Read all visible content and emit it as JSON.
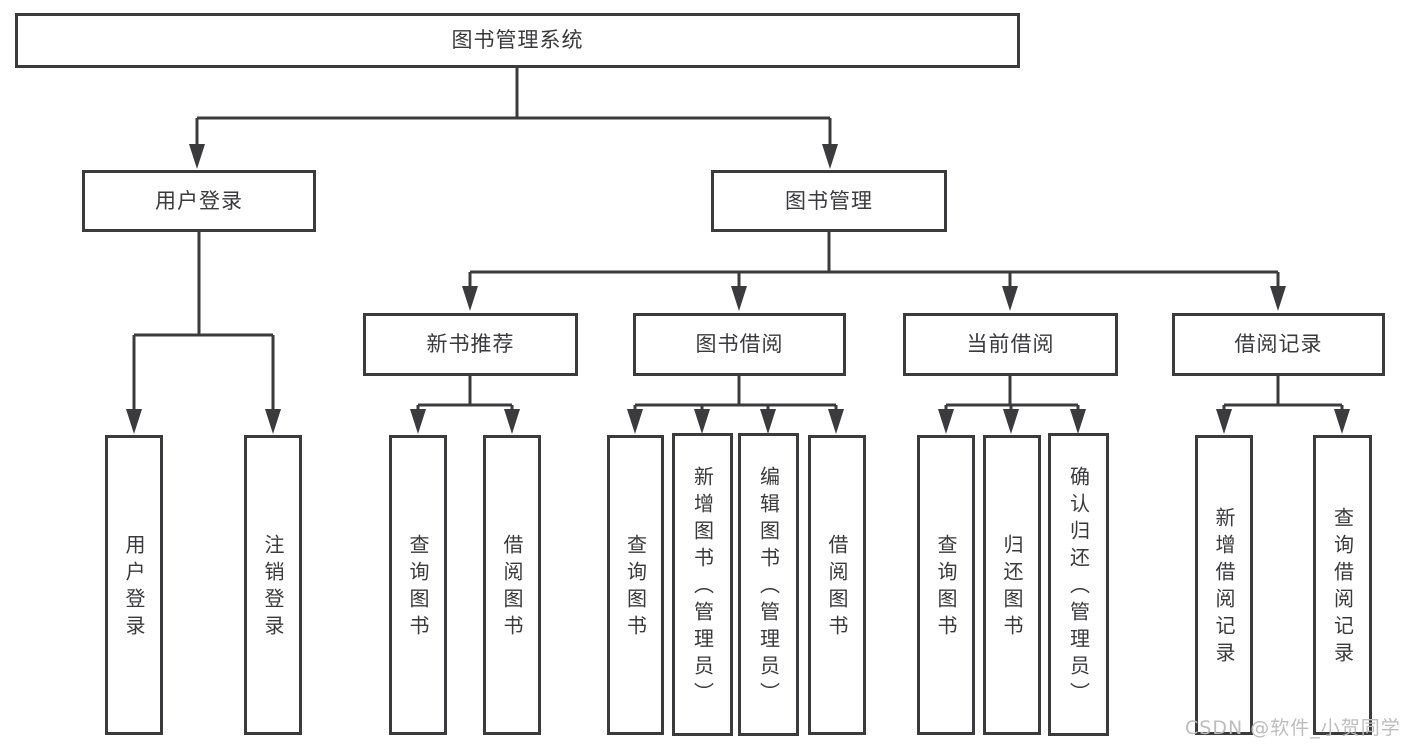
{
  "tree": {
    "label": "图书管理系统",
    "children": [
      {
        "label": "用户登录",
        "children": [
          {
            "label": "用户登录"
          },
          {
            "label": "注销登录"
          }
        ]
      },
      {
        "label": "图书管理",
        "children": [
          {
            "label": "新书推荐",
            "children": [
              {
                "label": "查询图书"
              },
              {
                "label": "借阅图书"
              }
            ]
          },
          {
            "label": "图书借阅",
            "children": [
              {
                "label": "查询图书"
              },
              {
                "label": "新增图书（管理员）"
              },
              {
                "label": "编辑图书（管理员）"
              },
              {
                "label": "借阅图书"
              }
            ]
          },
          {
            "label": "当前借阅",
            "children": [
              {
                "label": "查询图书"
              },
              {
                "label": "归还图书"
              },
              {
                "label": "确认归还（管理员）"
              }
            ]
          },
          {
            "label": "借阅记录",
            "children": [
              {
                "label": "新增借阅记录"
              },
              {
                "label": "查询借阅记录"
              }
            ]
          }
        ]
      }
    ]
  },
  "watermark": {
    "text": "CSDN @软件_小贺同学"
  },
  "colors": {
    "line": "#3b3b3d",
    "text": "#3a3a3c",
    "watermark": "#bdbdbd",
    "background": "#ffffff"
  }
}
